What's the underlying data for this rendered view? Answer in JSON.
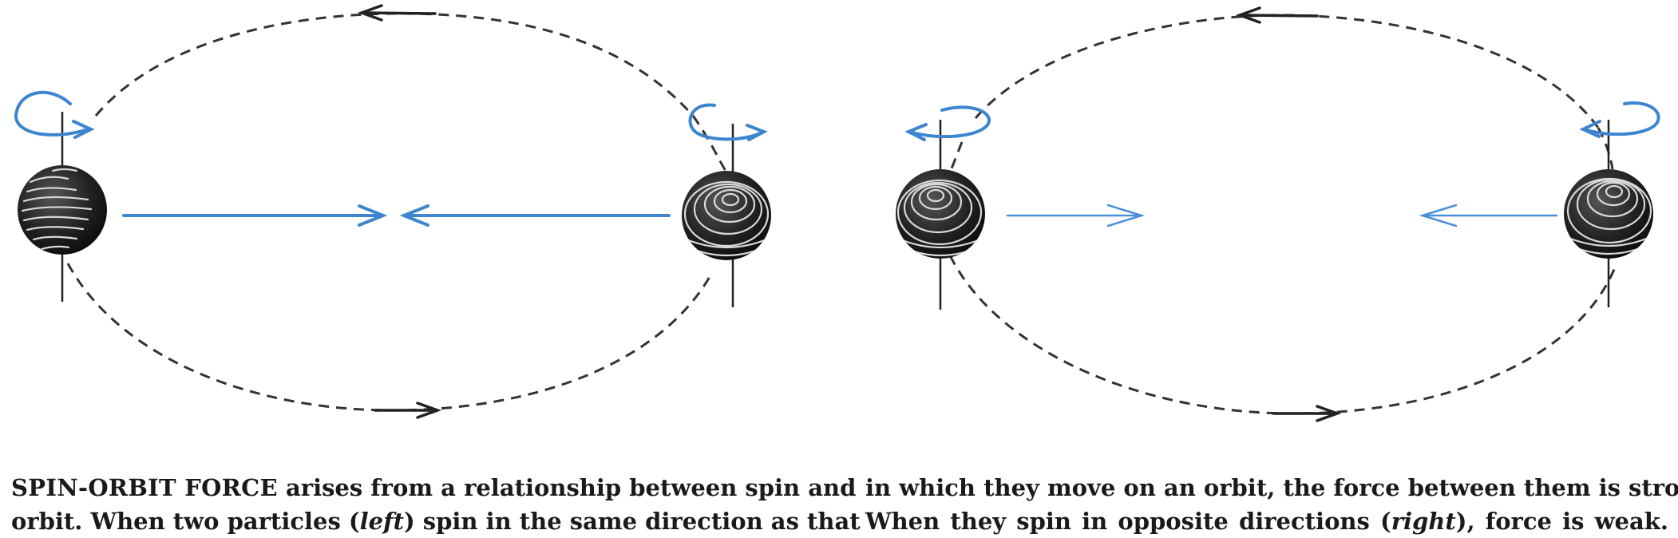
{
  "caption": {
    "left": {
      "line1": {
        "lead": "SPIN-ORBIT FORCE",
        "rest": " arises from a relationship between spin and"
      },
      "line2": {
        "pre": "orbit. When two particles (",
        "italic": "left",
        "post": ") spin in the same direction as that"
      }
    },
    "right": {
      "line1": "in which they move on an orbit, the force between them is strong.",
      "line2": {
        "pre": "When they spin in opposite directions (",
        "italic": "right",
        "post": "), force is weak."
      }
    }
  },
  "colors": {
    "spin_arrow": "#3d86cf",
    "force_arrow": "#3d86cf",
    "orbit": "#333333",
    "particle": "#1b1b1b"
  },
  "panels": [
    {
      "name": "same-direction",
      "force": "strong"
    },
    {
      "name": "opposite-direction",
      "force": "weak"
    }
  ]
}
